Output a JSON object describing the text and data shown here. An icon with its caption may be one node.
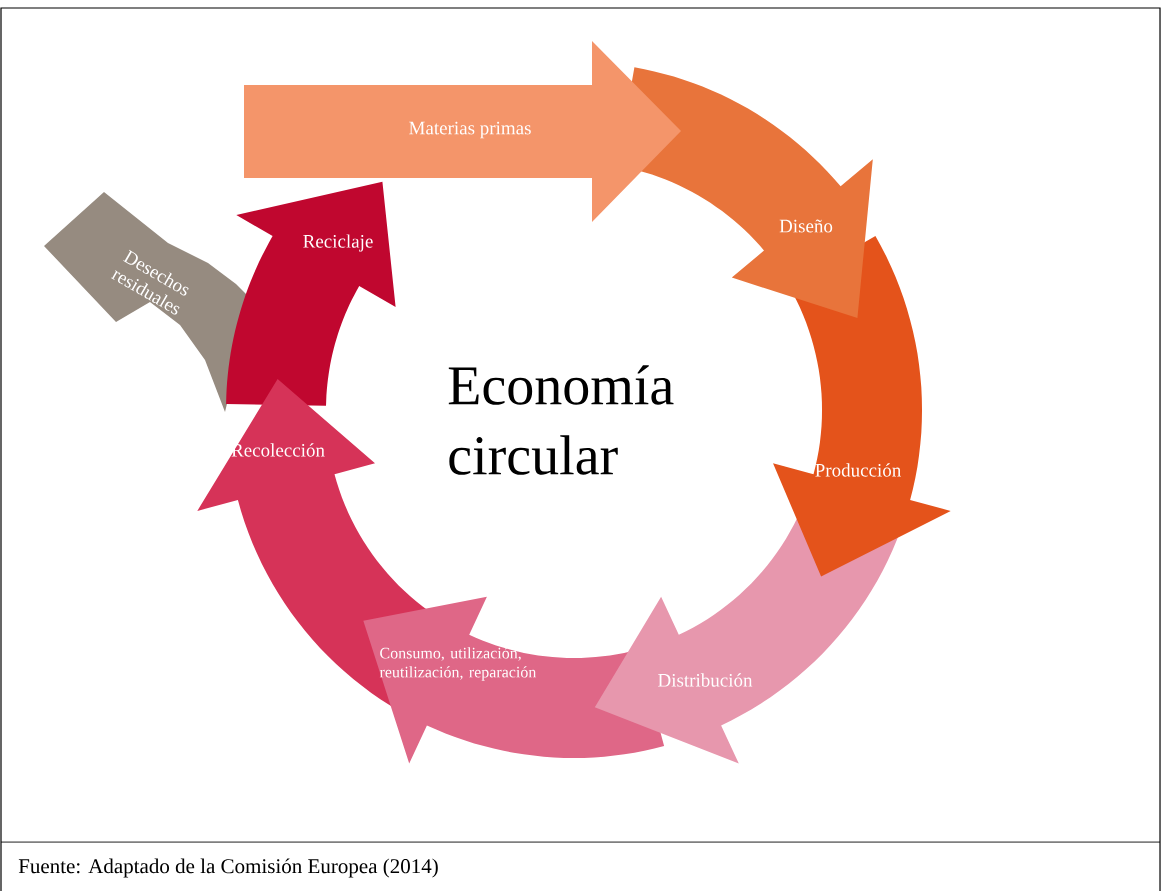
{
  "diagram": {
    "title": "Economía circular",
    "caption": "Fuente: Adaptado de la Comisión Europea (2014)",
    "nodes": [
      {
        "text": [
          "Materias primas"
        ]
      },
      {
        "text": [
          "Diseño"
        ]
      },
      {
        "text": [
          "Producción"
        ]
      },
      {
        "text": [
          "Distribución"
        ]
      },
      {
        "text": [
          "Consumo, utilización, reutilización, reparación"
        ]
      },
      {
        "text": [
          "Recolección"
        ]
      },
      {
        "text": [
          "Reciclaje"
        ]
      },
      {
        "text": [
          "Desechos residuales"
        ]
      }
    ]
  }
}
